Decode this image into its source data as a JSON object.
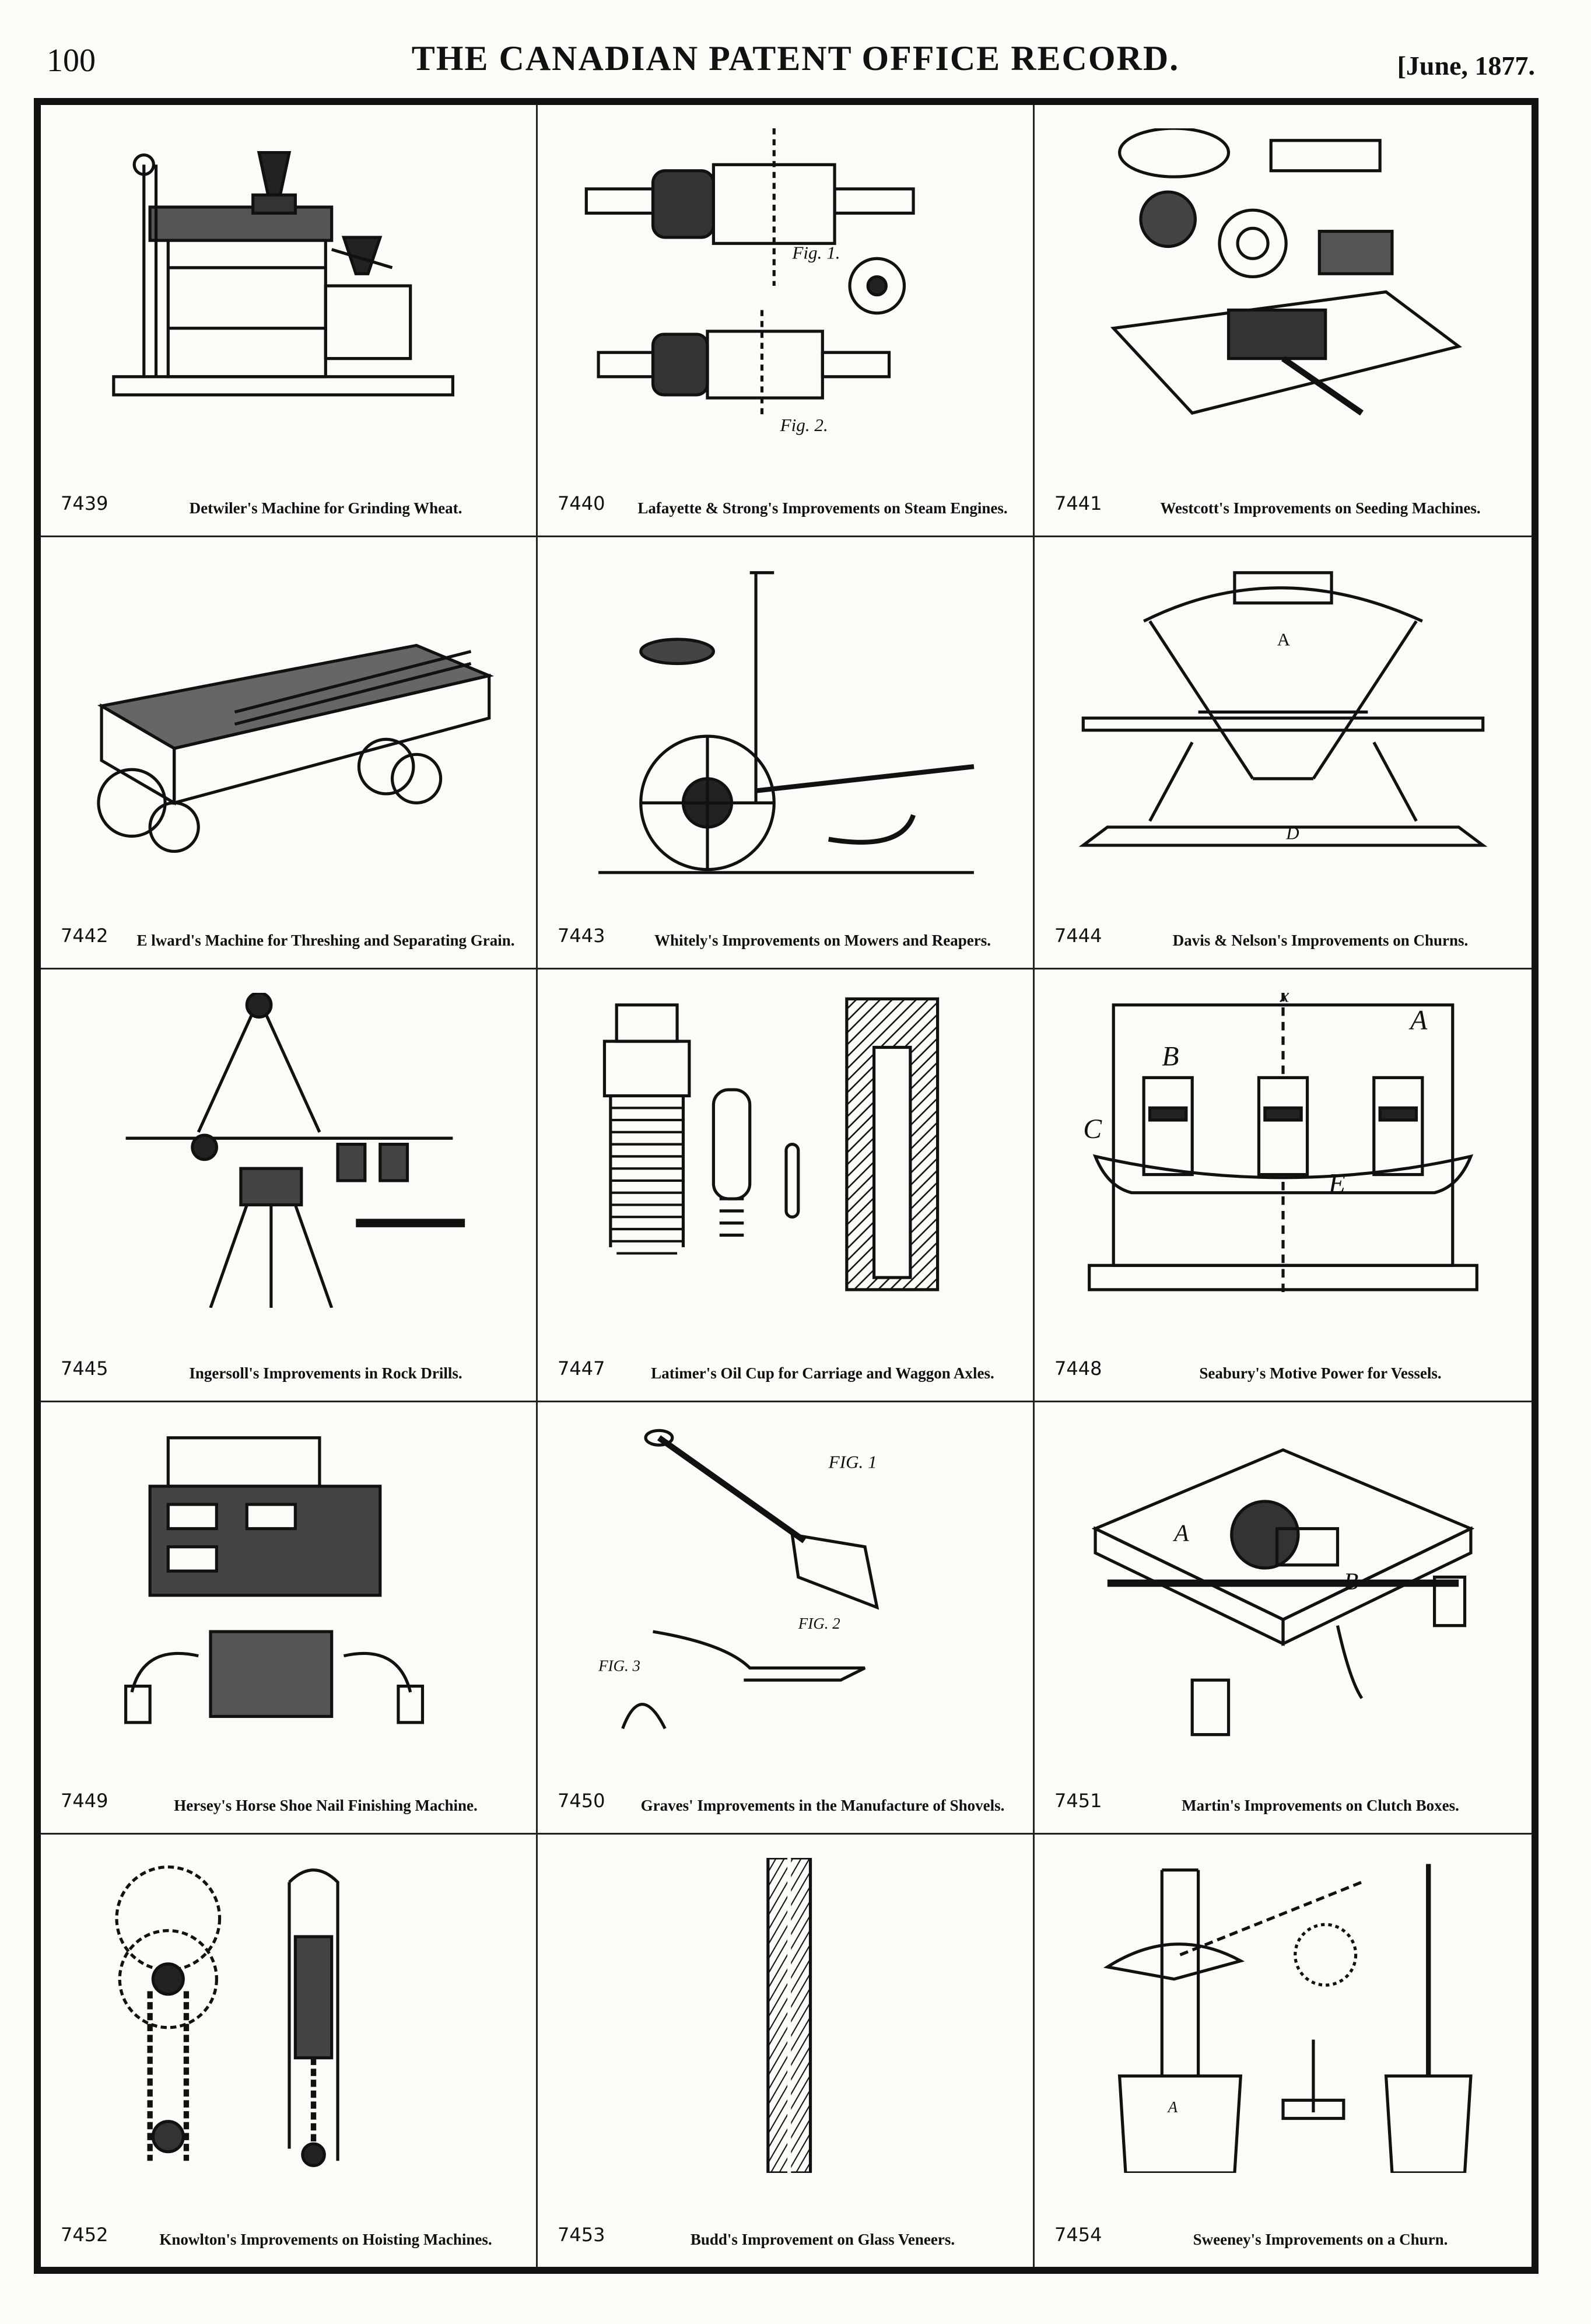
{
  "header": {
    "page_number": "100",
    "title": "THE CANADIAN PATENT OFFICE RECORD.",
    "date": "[June, 1877."
  },
  "patents": [
    {
      "number": "7439",
      "caption": "Detwiler's Machine for Grinding Wheat.",
      "illustration": "grinding-mill"
    },
    {
      "number": "7440",
      "caption": "Lafayette & Strong's Improvements on Steam Engines.",
      "illustration": "steam-engine-shaft"
    },
    {
      "number": "7441",
      "caption": "Westcott's Improvements on Seeding Machines.",
      "illustration": "seeding-machine"
    },
    {
      "number": "7442",
      "caption": "E lward's Machine for Threshing and Separating Grain.",
      "illustration": "threshing-machine"
    },
    {
      "number": "7443",
      "caption": "Whitely's Improvements on Mowers and Reapers.",
      "illustration": "mower-reaper"
    },
    {
      "number": "7444",
      "caption": "Davis & Nelson's Improvements on Churns.",
      "illustration": "churn-frame"
    },
    {
      "number": "7445",
      "caption": "Ingersoll's Improvements in Rock Drills.",
      "illustration": "rock-drill-tripod"
    },
    {
      "number": "7447",
      "caption": "Latimer's Oil Cup for Carriage and Waggon Axles.",
      "illustration": "oil-cup"
    },
    {
      "number": "7448",
      "caption": "Seabury's Motive Power for Vessels.",
      "illustration": "vessel-motive-power"
    },
    {
      "number": "7449",
      "caption": "Hersey's Horse Shoe Nail Finishing Machine.",
      "illustration": "nail-machine"
    },
    {
      "number": "7450",
      "caption": "Graves' Improvements in the Manufacture of Shovels.",
      "illustration": "shovel"
    },
    {
      "number": "7451",
      "caption": "Martin's Improvements on Clutch Boxes.",
      "illustration": "clutch-box"
    },
    {
      "number": "7452",
      "caption": "Knowlton's Improvements on Hoisting Machines.",
      "illustration": "hoisting-machine"
    },
    {
      "number": "7453",
      "caption": "Budd's Improvement on Glass Veneers.",
      "illustration": "glass-veneer"
    },
    {
      "number": "7454",
      "caption": "Sweeney's Improvements on a Churn.",
      "illustration": "churn-dasher"
    }
  ],
  "figure_labels": {
    "fig1": "Fig. 1.",
    "fig2": "Fig. 2.",
    "fig_upper1": "FIG. 1",
    "fig_upper2": "FIG. 2",
    "fig_upper3": "FIG. 3",
    "lA": "A",
    "lB": "B",
    "lC": "C",
    "lD": "D",
    "lE": "E",
    "lx": "x"
  },
  "colors": {
    "ink": "#111111",
    "paper": "#fbfbf8"
  }
}
